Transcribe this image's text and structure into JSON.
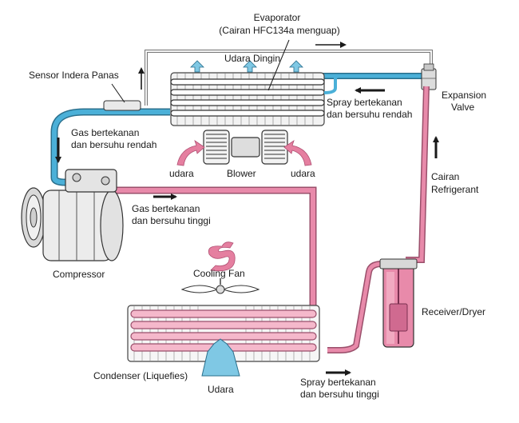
{
  "labels": {
    "evaporator": "Evaporator",
    "evaporator_note": "(Cairan HFC134a menguap)",
    "udara_dingin": "Udara Dingin",
    "sensor": "Sensor Indera Panas",
    "spray_low_1": "Spray bertekanan",
    "spray_low_2": "dan bersuhu rendah",
    "expansion_valve_1": "Expansion",
    "expansion_valve_2": "Valve",
    "gas_low_1": "Gas bertekanan",
    "gas_low_2": "dan bersuhu rendah",
    "udara_left": "udara",
    "blower": "Blower",
    "udara_right": "udara",
    "cairan_1": "Cairan",
    "cairan_2": "Refrigerant",
    "gas_high_1": "Gas bertekanan",
    "gas_high_2": "dan bersuhu tinggi",
    "compressor": "Compressor",
    "cooling_fan": "Cooling Fan",
    "receiver": "Receiver/Dryer",
    "condenser": "Condenser (Liquefies)",
    "udara_bottom": "Udara",
    "spray_high_1": "Spray bertekanan",
    "spray_high_2": "dan bersuhu tinggi"
  },
  "colors": {
    "low_pressure_line": "#4bb0d8",
    "high_pressure_line": "#e88aaa",
    "air_arrow": "#e57fa0",
    "cold_air": "#7fc8e4",
    "receiver_fill": "#e88aaa",
    "ink": "#1a1a1a"
  }
}
